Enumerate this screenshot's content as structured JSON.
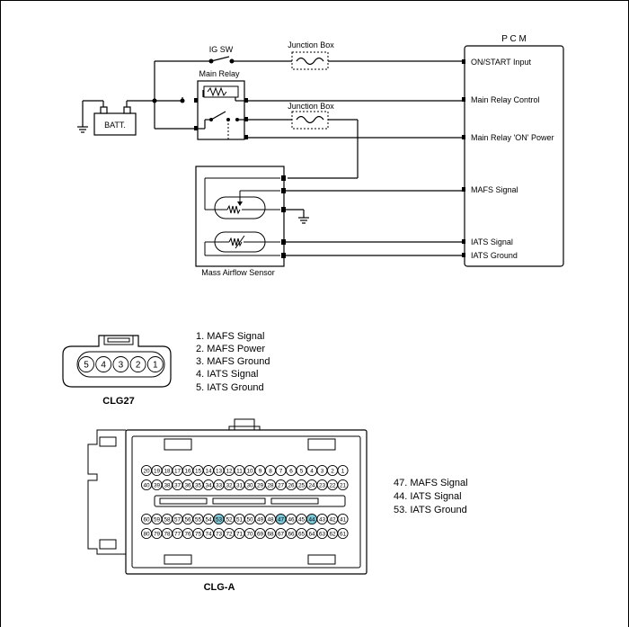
{
  "pcm": {
    "title": "P C M",
    "pins": [
      "ON/START Input",
      "Main Relay Control",
      "Main Relay 'ON' Power",
      "MAFS Signal",
      "IATS Signal",
      "IATS Ground"
    ]
  },
  "labels": {
    "ig_sw": "IG SW",
    "junction_box_1": "Junction Box",
    "junction_box_2": "Junction Box",
    "main_relay": "Main Relay",
    "battery": "BATT.",
    "mafs": "Mass Airflow Sensor"
  },
  "clg27": {
    "name": "CLG27",
    "pin_numbers": [
      "5",
      "4",
      "3",
      "2",
      "1"
    ],
    "pins": [
      "1. MAFS Signal",
      "2. MAFS Power",
      "3. MAFS Ground",
      "4. IATS Signal",
      "5. IATS Ground"
    ]
  },
  "clga": {
    "name": "CLG-A",
    "row1": [
      "20",
      "19",
      "18",
      "17",
      "16",
      "15",
      "14",
      "13",
      "12",
      "11",
      "10",
      "9",
      "8",
      "7",
      "6",
      "5",
      "4",
      "3",
      "2",
      "1"
    ],
    "row2": [
      "40",
      "39",
      "38",
      "37",
      "36",
      "35",
      "34",
      "33",
      "32",
      "31",
      "30",
      "29",
      "28",
      "27",
      "26",
      "25",
      "24",
      "23",
      "22",
      "21"
    ],
    "row3": [
      "60",
      "59",
      "58",
      "57",
      "56",
      "55",
      "54",
      "53",
      "52",
      "51",
      "50",
      "49",
      "48",
      "47",
      "46",
      "45",
      "44",
      "43",
      "42",
      "41"
    ],
    "row4": [
      "80",
      "79",
      "78",
      "77",
      "76",
      "75",
      "74",
      "73",
      "72",
      "71",
      "70",
      "69",
      "68",
      "67",
      "66",
      "65",
      "64",
      "63",
      "62",
      "61"
    ],
    "highlight": [
      "53",
      "47",
      "44"
    ],
    "highlight_color": "#7ec8d8",
    "pins": [
      "47. MAFS Signal",
      "44. IATS Signal",
      "53. IATS Ground"
    ]
  }
}
